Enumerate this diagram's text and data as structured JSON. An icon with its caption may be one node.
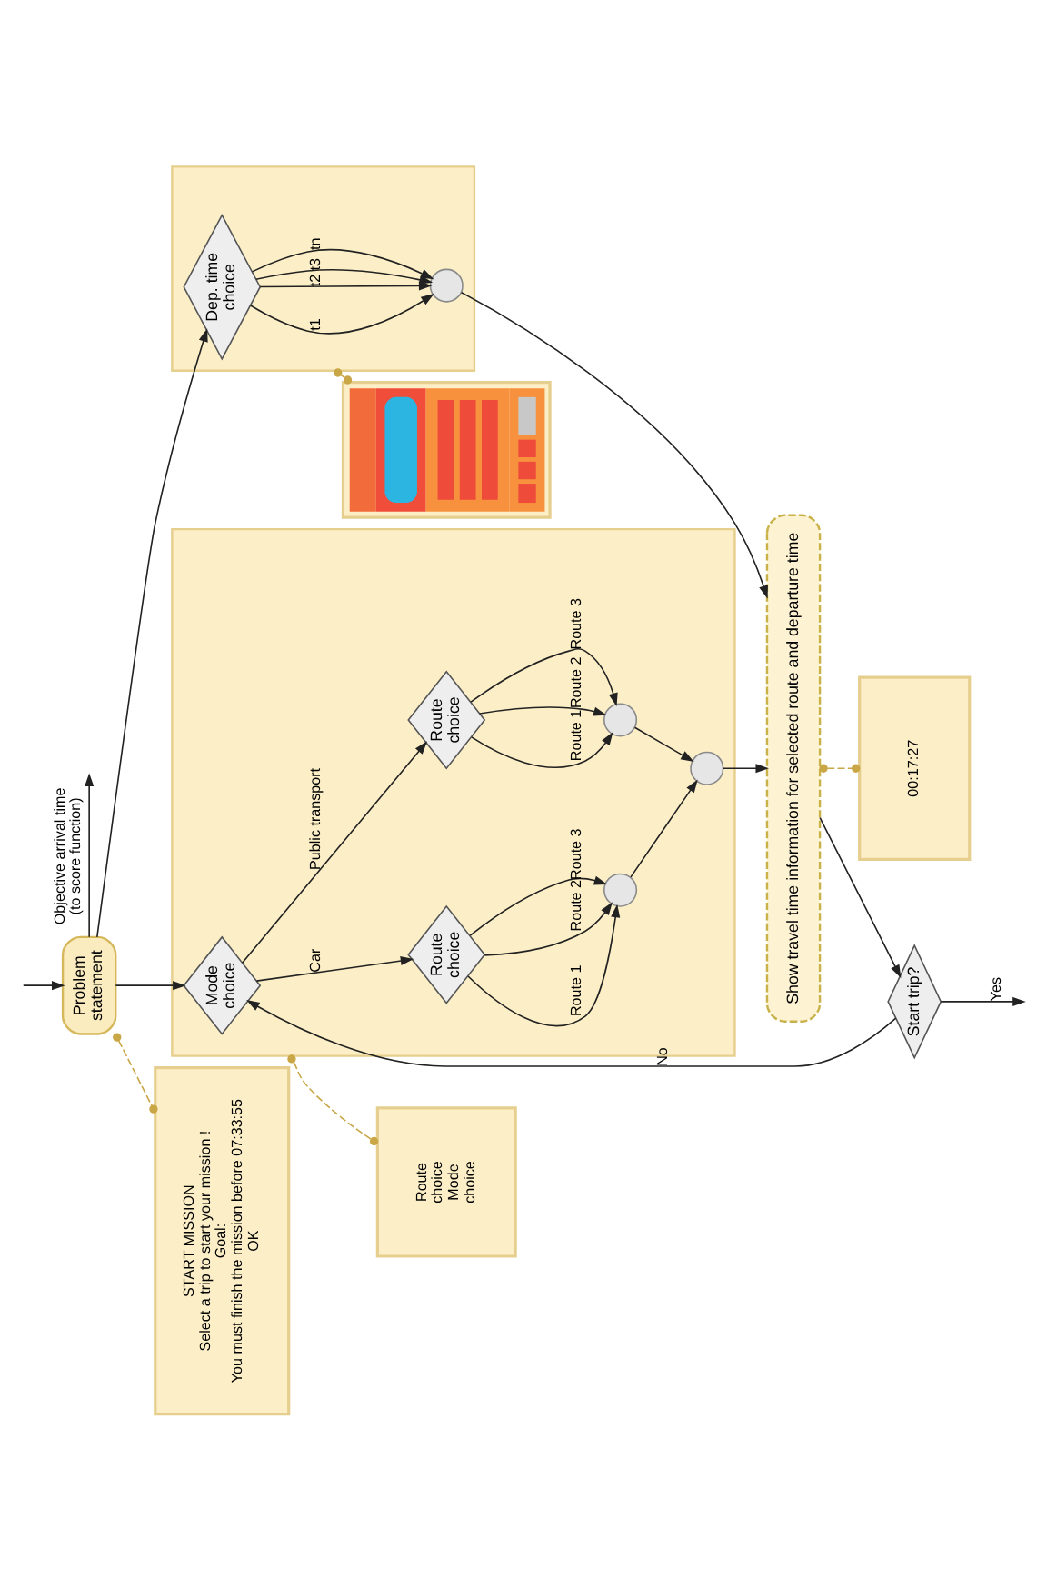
{
  "diagram": {
    "nodes": [
      {
        "text": [
          "Problem statement"
        ]
      },
      {
        "text": [
          "START MISSION",
          "Select a trip to start your mission !",
          "Goal:",
          "You must finish the mission before 07:33:55",
          "OK"
        ]
      },
      {
        "text": [],
        "shape": "box"
      },
      {
        "text": [
          "Mode choice"
        ],
        "in": 2
      },
      {
        "text": [
          "Route choice"
        ],
        "in": 2
      },
      {
        "text": [
          "Route choice"
        ],
        "in": 2
      },
      {
        "text": [],
        "shape": "circle",
        "in": 2
      },
      {
        "text": [],
        "shape": "circle",
        "in": 2
      },
      {
        "text": [],
        "shape": "circle",
        "in": 2
      },
      {
        "text": [
          "Route choice",
          "Mode choice"
        ]
      },
      {
        "text": [],
        "shape": "box"
      },
      {
        "text": [
          "Dep. time choice"
        ],
        "in": 10
      },
      {
        "text": [],
        "shape": "circle",
        "in": 10
      },
      {
        "text": [],
        "shape": "picture"
      },
      {
        "text": [
          "Show travel time information for selected route and departure time"
        ]
      },
      {
        "text": [
          "00:17:27"
        ]
      },
      {
        "text": [
          "Start trip?"
        ]
      }
    ],
    "edges": [
      {
        "from": 0,
        "to": null,
        "arrow": "to",
        "label": "Objective arrival time (to score function)"
      },
      {
        "from": null,
        "to": 0,
        "arrow": "to"
      },
      {
        "from": 0,
        "to": 3,
        "arrow": "to"
      },
      {
        "from": 0,
        "to": 11,
        "arrow": "to"
      },
      {
        "from": 3,
        "to": 4,
        "arrow": "to",
        "label": "Car"
      },
      {
        "from": 3,
        "to": 5,
        "arrow": "to",
        "label": "Public transport"
      },
      {
        "from": 4,
        "to": 6,
        "arrow": "to",
        "label": "Route 1"
      },
      {
        "from": 4,
        "to": 6,
        "arrow": "to",
        "label": "Route 2"
      },
      {
        "from": 4,
        "to": 6,
        "arrow": "to",
        "label": "Route 3"
      },
      {
        "from": 5,
        "to": 7,
        "arrow": "to",
        "label": "Route 1"
      },
      {
        "from": 5,
        "to": 7,
        "arrow": "to",
        "label": "Route 2"
      },
      {
        "from": 5,
        "to": 7,
        "arrow": "to",
        "label": "Route 3"
      },
      {
        "from": 6,
        "to": 8,
        "arrow": "to"
      },
      {
        "from": 7,
        "to": 8,
        "arrow": "to"
      },
      {
        "from": 11,
        "to": 12,
        "arrow": "to",
        "label": "t1"
      },
      {
        "from": 11,
        "to": 12,
        "arrow": "to",
        "label": "t2"
      },
      {
        "from": 11,
        "to": 12,
        "arrow": "to",
        "label": "t3"
      },
      {
        "from": 11,
        "to": 12,
        "arrow": "to",
        "label": "tn"
      },
      {
        "from": 8,
        "to": 14,
        "arrow": "to"
      },
      {
        "from": 12,
        "to": 14,
        "arrow": "to"
      },
      {
        "from": 14,
        "to": 16,
        "arrow": "to"
      },
      {
        "from": 16,
        "to": null,
        "arrow": "to",
        "label": "Yes"
      },
      {
        "from": 16,
        "to": 3,
        "arrow": "to",
        "label": "No"
      },
      {
        "from": 0,
        "to": 1,
        "arrow": "other",
        "style": "dashed",
        "color": "#c9a646"
      },
      {
        "from": 2,
        "to": 9,
        "arrow": "other",
        "style": "dashed",
        "color": "#c9a646"
      },
      {
        "from": 10,
        "to": 13,
        "arrow": "other",
        "style": "dashed",
        "color": "#c9a646"
      },
      {
        "from": 14,
        "to": 15,
        "arrow": "other",
        "style": "dashed",
        "color": "#c9a646"
      }
    ]
  }
}
